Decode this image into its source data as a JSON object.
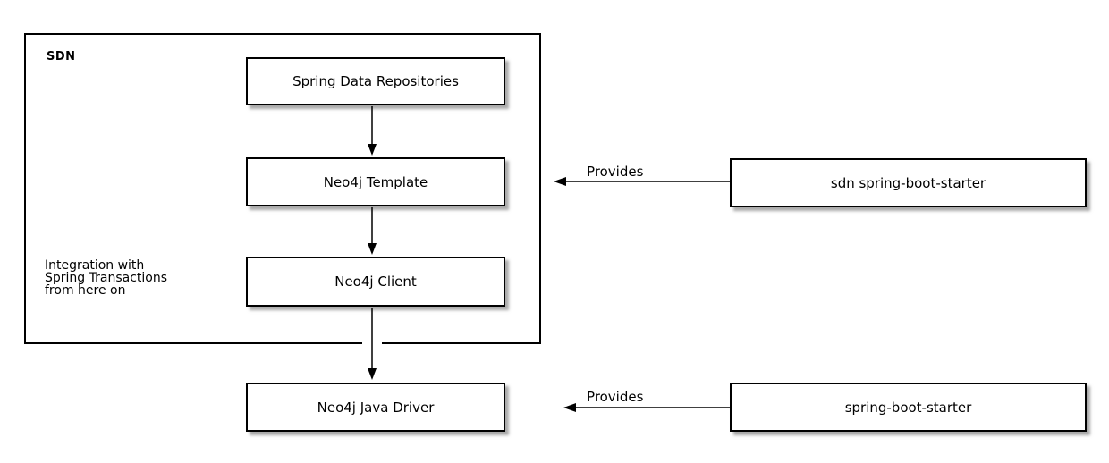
{
  "group_label": "SDN",
  "nodes": {
    "spring_data_repositories": {
      "label": "Spring Data Repositories"
    },
    "neo4j_template": {
      "label": "Neo4j Template"
    },
    "neo4j_client": {
      "label": "Neo4j Client"
    },
    "neo4j_java_driver": {
      "label": "Neo4j Java Driver"
    },
    "sdn_spring_boot_starter": {
      "label": "sdn spring-boot-starter"
    },
    "spring_boot_starter": {
      "label": "spring-boot-starter"
    }
  },
  "note": {
    "line1": "Integration with",
    "line2": "Spring Transactions",
    "line3": "from here on"
  },
  "edge_labels": {
    "provides_top": "Provides",
    "provides_bottom": "Provides"
  },
  "colors": {
    "background": "#ffffff",
    "node_fill": "#ffffff",
    "border": "#000000",
    "shadow": "#7d7d7d",
    "text": "#000000"
  }
}
